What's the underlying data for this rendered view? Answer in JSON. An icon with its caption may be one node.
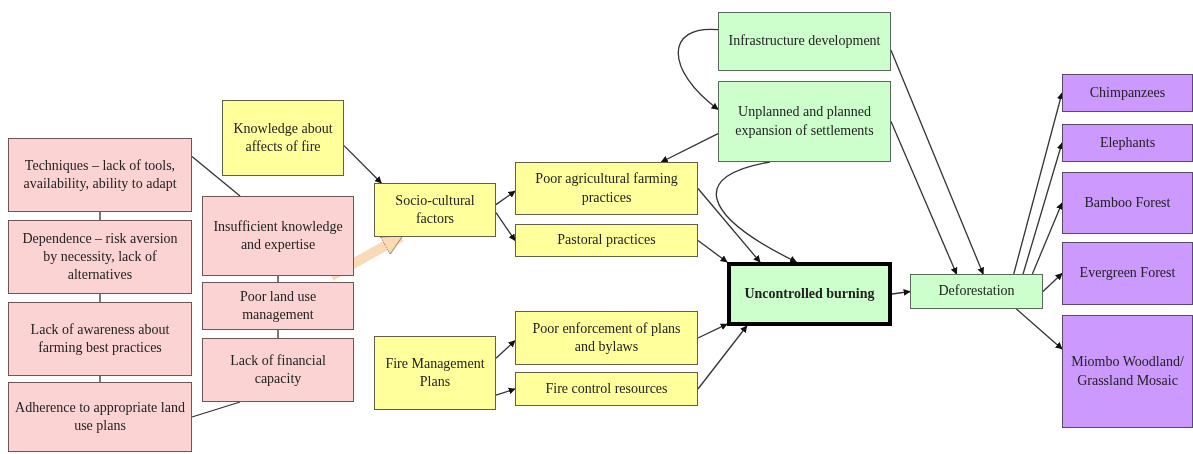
{
  "diagram": {
    "nodes": [
      {
        "text": [
          "Techniques – lack of tools, availability, ability to adapt"
        ]
      },
      {
        "text": [
          "Dependence – risk aversion by necessity, lack of alternatives"
        ]
      },
      {
        "text": [
          "Lack of awareness about farming best practices"
        ]
      },
      {
        "text": [
          "Adherence to appropriate land use plans"
        ]
      },
      {
        "text": [
          "Insufficient knowledge and expertise"
        ]
      },
      {
        "text": [
          "Poor land use management"
        ]
      },
      {
        "text": [
          "Lack of financial capacity"
        ]
      },
      {
        "text": [
          "Knowledge about affects of fire"
        ]
      },
      {
        "text": [
          "Socio-cultural factors"
        ]
      },
      {
        "text": [
          "Fire Management Plans"
        ]
      },
      {
        "text": [
          "Poor agricultural farming practices"
        ]
      },
      {
        "text": [
          "Pastoral practices"
        ]
      },
      {
        "text": [
          "Poor enforcement of plans and bylaws"
        ]
      },
      {
        "text": [
          "Fire control resources"
        ]
      },
      {
        "text": [
          "Infrastructure development"
        ]
      },
      {
        "text": [
          "Unplanned and planned expansion of settlements"
        ]
      },
      {
        "text": [
          "Uncontrolled burning"
        ]
      },
      {
        "text": [
          "Deforestation"
        ]
      },
      {
        "text": [
          "Chimpanzees"
        ]
      },
      {
        "text": [
          "Elephants"
        ]
      },
      {
        "text": [
          "Bamboo Forest"
        ]
      },
      {
        "text": [
          "Evergreen Forest"
        ]
      },
      {
        "text": [
          "Miombo Woodland/ Grassland Mosaic"
        ]
      }
    ],
    "edges": [
      {
        "from": 0,
        "to": 1,
        "arrow": "none"
      },
      {
        "from": 1,
        "to": 2,
        "arrow": "none"
      },
      {
        "from": 2,
        "to": 3,
        "arrow": "none"
      },
      {
        "from": 4,
        "to": 5,
        "arrow": "none"
      },
      {
        "from": 5,
        "to": 6,
        "arrow": "none"
      },
      {
        "from": 0,
        "to": 4,
        "arrow": "none"
      },
      {
        "from": 3,
        "to": 6,
        "arrow": "none"
      },
      {
        "from": 4,
        "to": 8,
        "arrow": "to",
        "style": "thick",
        "color": "#f9d9b6"
      },
      {
        "from": 7,
        "to": 8,
        "arrow": "to"
      },
      {
        "from": 8,
        "to": 10,
        "arrow": "to"
      },
      {
        "from": 8,
        "to": 11,
        "arrow": "to"
      },
      {
        "from": 9,
        "to": 12,
        "arrow": "to"
      },
      {
        "from": 9,
        "to": 13,
        "arrow": "to"
      },
      {
        "from": 14,
        "to": 15,
        "arrow": "to"
      },
      {
        "from": 15,
        "to": 10,
        "arrow": "to"
      },
      {
        "from": 10,
        "to": 16,
        "arrow": "to"
      },
      {
        "from": 11,
        "to": 16,
        "arrow": "to"
      },
      {
        "from": 12,
        "to": 16,
        "arrow": "to"
      },
      {
        "from": 13,
        "to": 16,
        "arrow": "to"
      },
      {
        "from": 15,
        "to": 16,
        "arrow": "to"
      },
      {
        "from": 14,
        "to": 17,
        "arrow": "to"
      },
      {
        "from": 15,
        "to": 17,
        "arrow": "to"
      },
      {
        "from": 16,
        "to": 17,
        "arrow": "to"
      },
      {
        "from": 17,
        "to": 18,
        "arrow": "to"
      },
      {
        "from": 17,
        "to": 19,
        "arrow": "to"
      },
      {
        "from": 17,
        "to": 20,
        "arrow": "to"
      },
      {
        "from": 17,
        "to": 21,
        "arrow": "to"
      },
      {
        "from": 17,
        "to": 22,
        "arrow": "to"
      }
    ]
  }
}
